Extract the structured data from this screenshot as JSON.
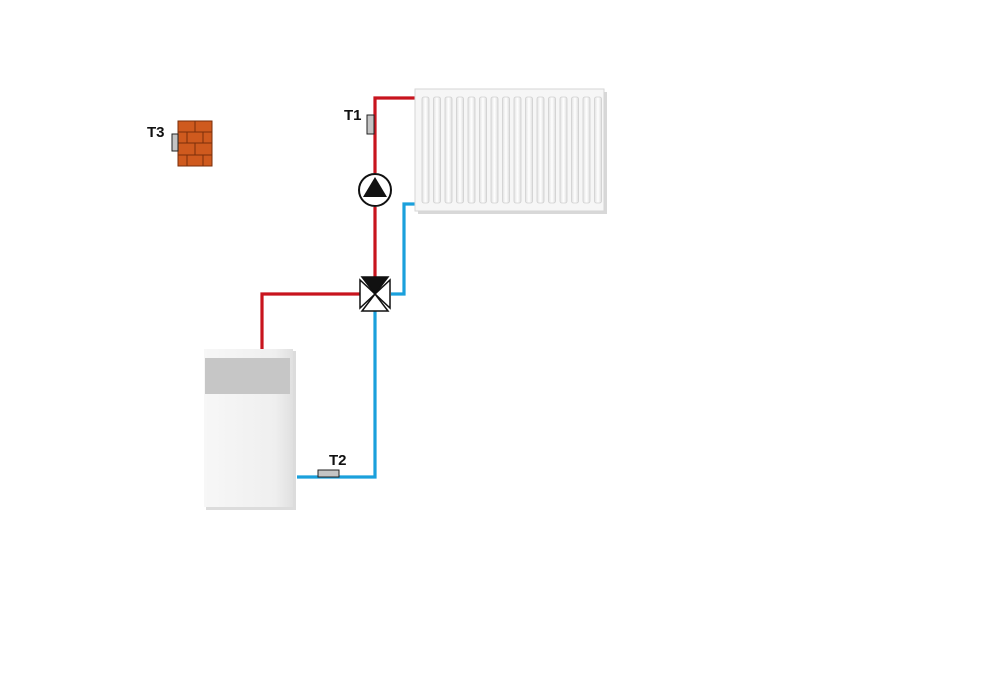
{
  "sensors": {
    "t1": {
      "label": "T1"
    },
    "t2": {
      "label": "T2"
    },
    "t3": {
      "label": "T3"
    }
  },
  "colors": {
    "hot_pipe": "#c8141e",
    "cold_pipe": "#1aa0dc",
    "brick": "#cf5a1e",
    "sensor": "#c4c4c4"
  },
  "icons": {
    "pump": "circulation-pump-icon",
    "valve": "mixing-valve-icon",
    "radiator": "radiator-icon",
    "boiler": "boiler-icon",
    "wall": "brick-wall-icon"
  }
}
